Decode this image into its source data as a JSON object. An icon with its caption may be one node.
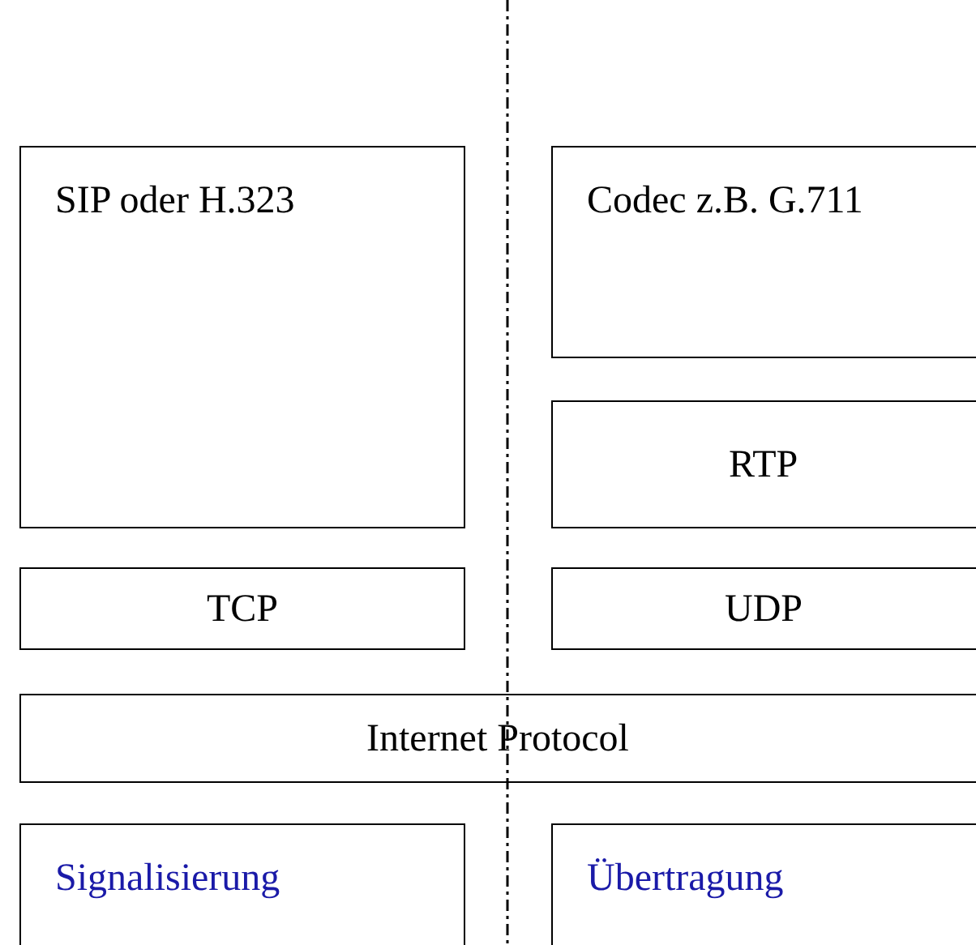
{
  "diagram": {
    "nodes": [
      {
        "text": [
          "SIP oder H.323"
        ]
      },
      {
        "text": [
          "Codec z.B. G.711"
        ]
      },
      {
        "text": [
          "RTP"
        ]
      },
      {
        "text": [
          "TCP"
        ]
      },
      {
        "text": [
          "UDP"
        ]
      },
      {
        "text": [
          "Internet Protocol"
        ]
      },
      {
        "text": [
          "Signalisierung"
        ]
      },
      {
        "text": [
          "Übertragung"
        ]
      }
    ]
  }
}
